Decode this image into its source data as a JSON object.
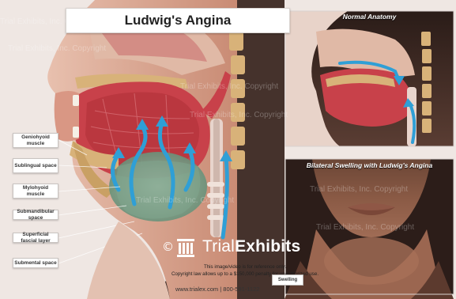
{
  "title": "Ludwig's Angina",
  "panels": {
    "top_right_title": "Normal Anatomy",
    "bottom_right_title": "Bilateral Swelling with Ludwig's Angina"
  },
  "labels": [
    "Geniohyoid muscle",
    "Sublingual space",
    "Mylohyoid muscle",
    "Submandibular space",
    "Superficial fascial layer",
    "Submental space"
  ],
  "callout": "Swelling",
  "footer": {
    "copyright_symbol": "©",
    "logo_light": "Trial",
    "logo_bold": "Exhibits",
    "disclaimer_line1": "This image/video is for reference only.",
    "disclaimer_line2": "Copyright law allows up to a $150,000 penalty for unauthorized use.",
    "website": "www.trialex.com  |  800-591-1122"
  },
  "watermark_text": "Trial Exhibits, Inc. Copyright",
  "colors": {
    "muscle_red": "#c8414a",
    "bone_tan": "#d8b279",
    "swelling_green": "#7fa58e",
    "arrow_blue": "#2f9fd6",
    "skin": "#d9a48c",
    "dark_panel": "#3a2b27"
  }
}
